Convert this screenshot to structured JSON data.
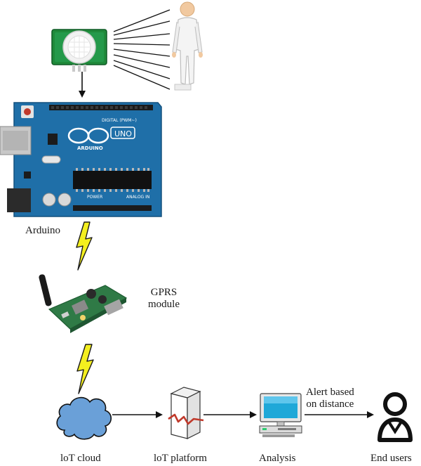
{
  "labels": {
    "arduino": "Arduino",
    "gprs_line1": "GPRS",
    "gprs_line2": "module",
    "iot_cloud": "loT cloud",
    "iot_platform": "loT platform",
    "analysis": "Analysis",
    "end_users": "End users",
    "alert_line1": "Alert based",
    "alert_line2": "on distance"
  },
  "board": {
    "digital_label": "DIGITAL (PWM~)",
    "brand": "ARDUINO",
    "model": "UNO",
    "power_label": "POWER",
    "analog_label": "ANALOG IN"
  },
  "colors": {
    "board_blue": "#1f6fa8",
    "gprs_green": "#2f7a46",
    "cloud_blue": "#6aa0d8",
    "bolt_yellow": "#f4ef1f",
    "server_red": "#c0392b"
  },
  "icons": [
    "pir-sensor-icon",
    "person-icon",
    "arduino-board-icon",
    "lightning-bolt-icon",
    "gprs-module-icon",
    "cloud-icon",
    "server-icon",
    "computer-icon",
    "user-icon"
  ]
}
